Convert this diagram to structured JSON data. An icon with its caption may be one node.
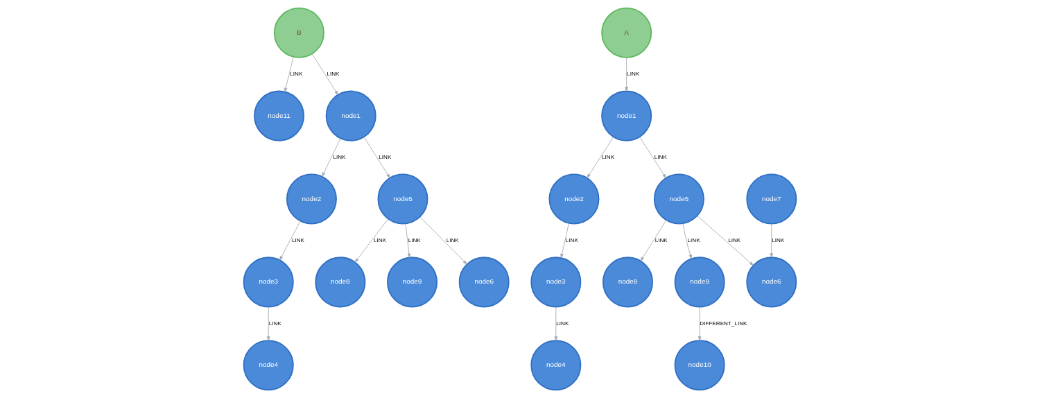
{
  "diagram": {
    "nodes": [
      {
        "text": [
          "B"
        ]
      },
      {
        "text": [
          "node11"
        ]
      },
      {
        "text": [
          "node1"
        ]
      },
      {
        "text": [
          "node2"
        ]
      },
      {
        "text": [
          "node5"
        ]
      },
      {
        "text": [
          "node8"
        ]
      },
      {
        "text": [
          "node3"
        ]
      },
      {
        "text": [
          "node4"
        ]
      },
      {
        "text": [
          "node9"
        ]
      },
      {
        "text": [
          "node6"
        ]
      },
      {
        "text": [
          "A"
        ]
      },
      {
        "text": [
          "node1"
        ]
      },
      {
        "text": [
          "node2"
        ]
      },
      {
        "text": [
          "node5"
        ]
      },
      {
        "text": [
          "node3"
        ]
      },
      {
        "text": [
          "node8"
        ]
      },
      {
        "text": [
          "node9"
        ]
      },
      {
        "text": [
          "node6"
        ]
      },
      {
        "text": [
          "node4"
        ]
      },
      {
        "text": [
          "node10"
        ]
      },
      {
        "text": [
          "node7"
        ]
      }
    ],
    "edges": [
      {
        "from": 0,
        "to": 1,
        "arrow": "to",
        "label": "LINK"
      },
      {
        "from": 0,
        "to": 2,
        "arrow": "to",
        "label": "LINK"
      },
      {
        "from": 2,
        "to": 3,
        "arrow": "to",
        "label": "LINK"
      },
      {
        "from": 2,
        "to": 4,
        "arrow": "to",
        "label": "LINK"
      },
      {
        "from": 3,
        "to": 6,
        "arrow": "to",
        "label": "LINK"
      },
      {
        "from": 6,
        "to": 7,
        "arrow": "to",
        "label": "LINK"
      },
      {
        "from": 4,
        "to": 5,
        "arrow": "to",
        "label": "LINK"
      },
      {
        "from": 4,
        "to": 8,
        "arrow": "to",
        "label": "LINK"
      },
      {
        "from": 4,
        "to": 9,
        "arrow": "to",
        "label": "LINK"
      },
      {
        "from": 10,
        "to": 11,
        "arrow": "to",
        "label": "LINK"
      },
      {
        "from": 11,
        "to": 12,
        "arrow": "to",
        "label": "LINK"
      },
      {
        "from": 11,
        "to": 13,
        "arrow": "to",
        "label": "LINK"
      },
      {
        "from": 12,
        "to": 14,
        "arrow": "to",
        "label": "LINK"
      },
      {
        "from": 14,
        "to": 18,
        "arrow": "to",
        "label": "LINK"
      },
      {
        "from": 13,
        "to": 15,
        "arrow": "to",
        "label": "LINK"
      },
      {
        "from": 13,
        "to": 16,
        "arrow": "to",
        "label": "LINK"
      },
      {
        "from": 13,
        "to": 17,
        "arrow": "to",
        "label": "LINK"
      },
      {
        "from": 16,
        "to": 19,
        "arrow": "to",
        "label": "DIFFERENT_LINK"
      },
      {
        "from": 20,
        "to": 17,
        "arrow": "to",
        "label": "LINK"
      }
    ]
  }
}
